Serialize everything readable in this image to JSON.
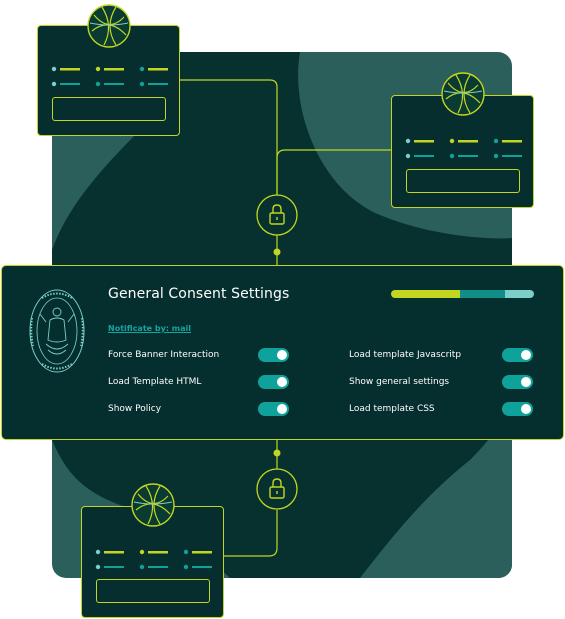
{
  "main_panel": {
    "title": "General Consent Settings",
    "notification_link": "Notificate by: mail",
    "progress": {
      "segments": [
        0.48,
        0.32,
        0.2
      ],
      "colors": [
        "#c2d621",
        "#0f8f87",
        "#7ccfc8"
      ]
    },
    "settings_left": [
      {
        "label": "Force Banner Interaction",
        "enabled": true
      },
      {
        "label": "Load Template HTML",
        "enabled": true
      },
      {
        "label": "Show Policy",
        "enabled": true
      }
    ],
    "settings_right": [
      {
        "label": "Load template Javascritp",
        "enabled": true
      },
      {
        "label": "Show general settings",
        "enabled": true
      },
      {
        "label": "Load template CSS",
        "enabled": true
      }
    ]
  },
  "colors": {
    "accent": "#c2d621",
    "teal": "#0fa29a",
    "dark": "#052e2f",
    "background_blob": "#2b5f5c"
  },
  "icons": [
    "globe-icon",
    "lock-icon",
    "seal-logo",
    "toggle-switch"
  ]
}
